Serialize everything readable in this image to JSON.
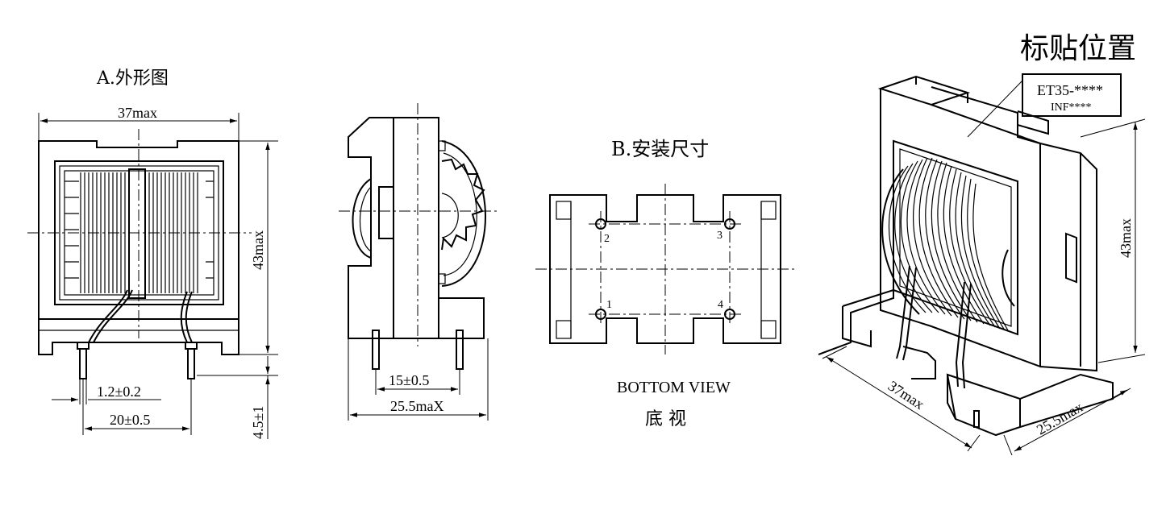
{
  "section_a_title": "A.外形图",
  "section_b_title": "B.安装尺寸",
  "label_position_title": "标贴位置",
  "front_view": {
    "width_dim": "37max",
    "height_dim": "43max",
    "pin_dia_dim": "1.2±0.2",
    "pin_pitch_dim": "20±0.5",
    "pin_length_dim": "4.5±1"
  },
  "side_view": {
    "pin_pitch_dim": "15±0.5",
    "width_dim": "25.5maX"
  },
  "bottom_view": {
    "pins": [
      "1",
      "2",
      "3",
      "4"
    ],
    "caption_en": "BOTTOM VIEW",
    "caption_cn": "底 视"
  },
  "iso_view": {
    "label_line1": "ET35-****",
    "label_line2": "INF****",
    "height_dim": "43max",
    "width_dim": "37max",
    "depth_dim": "25.5max"
  }
}
